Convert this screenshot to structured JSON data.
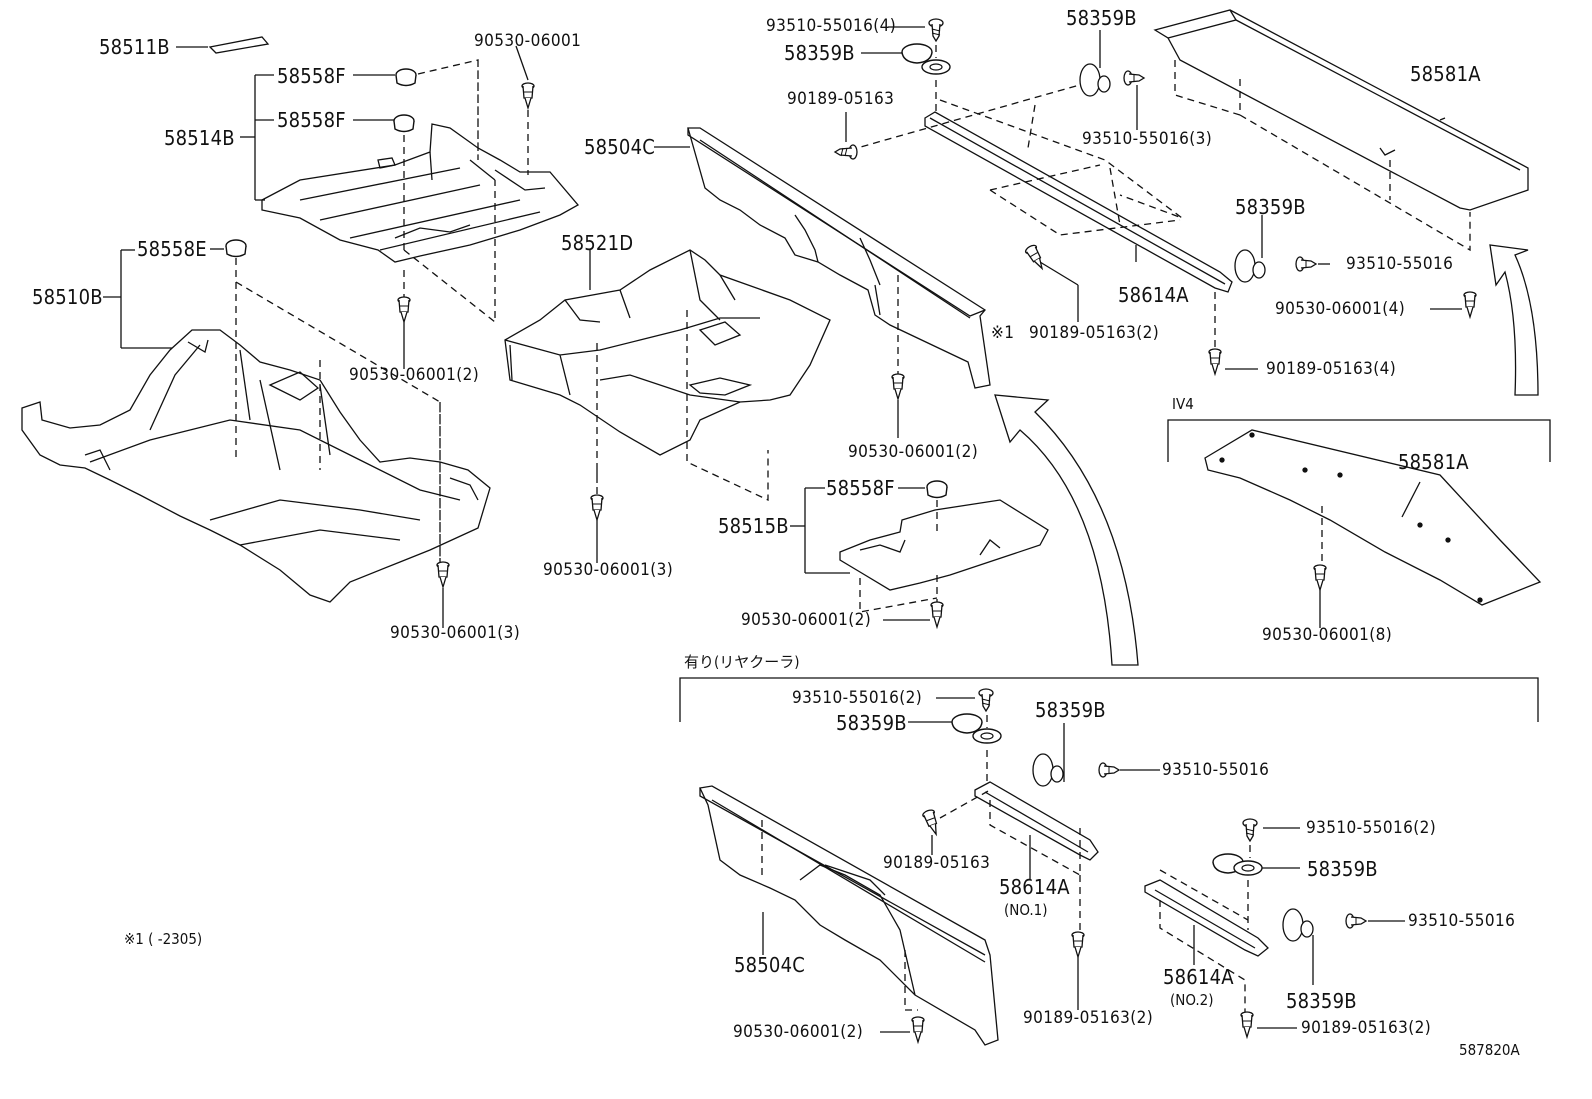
{
  "notes": {
    "footnote": "※1 (     -2305)",
    "diagram_id": "587820A",
    "group_rear_cooler": "有り(リヤクーラ)",
    "group_iv4": "IV4",
    "mark": "※1"
  },
  "parts": {
    "p58511B": "58511B",
    "p58558F_a": "58558F",
    "p58558F_b": "58558F",
    "p58514B": "58514B",
    "f90530_a": "90530-06001",
    "p58558E": "58558E",
    "p58510B": "58510B",
    "f90530_b": "90530-06001(2)",
    "f90530_c": "90530-06001(3)",
    "p58521D": "58521D",
    "f90530_d": "90530-06001(3)",
    "p58504C_a": "58504C",
    "f90530_e": "90530-06001(2)",
    "p58558F_c": "58558F",
    "p58515B": "58515B",
    "f90530_f": "90530-06001(2)",
    "f93510_a": "93510-55016(4)",
    "p58359B_a": "58359B",
    "f90189_a": "90189-05163",
    "p58359B_b": "58359B",
    "f93510_b": "93510-55016(3)",
    "p58581A_a": "58581A",
    "p58359B_c": "58359B",
    "f93510_c": "93510-55016",
    "f90530_g": "90530-06001(4)",
    "p58614A_a": "58614A",
    "f90189_b": "90189-05163(2)",
    "f90189_c": "90189-05163(4)",
    "p58581A_b": "58581A",
    "f90530_h": "90530-06001(8)",
    "f93510_d": "93510-55016(2)",
    "p58359B_d": "58359B",
    "p58359B_e": "58359B",
    "f93510_e": "93510-55016",
    "f90189_d": "90189-05163",
    "p58614A_b": "58614A",
    "no1": "(NO.1)",
    "p58504C_b": "58504C",
    "f90530_i": "90530-06001(2)",
    "f90189_e": "90189-05163(2)",
    "f93510_f": "93510-55016(2)",
    "p58359B_f": "58359B",
    "f93510_g": "93510-55016",
    "p58614A_c": "58614A",
    "no2": "(NO.2)",
    "p58359B_g": "58359B",
    "f90189_f": "90189-05163(2)"
  }
}
